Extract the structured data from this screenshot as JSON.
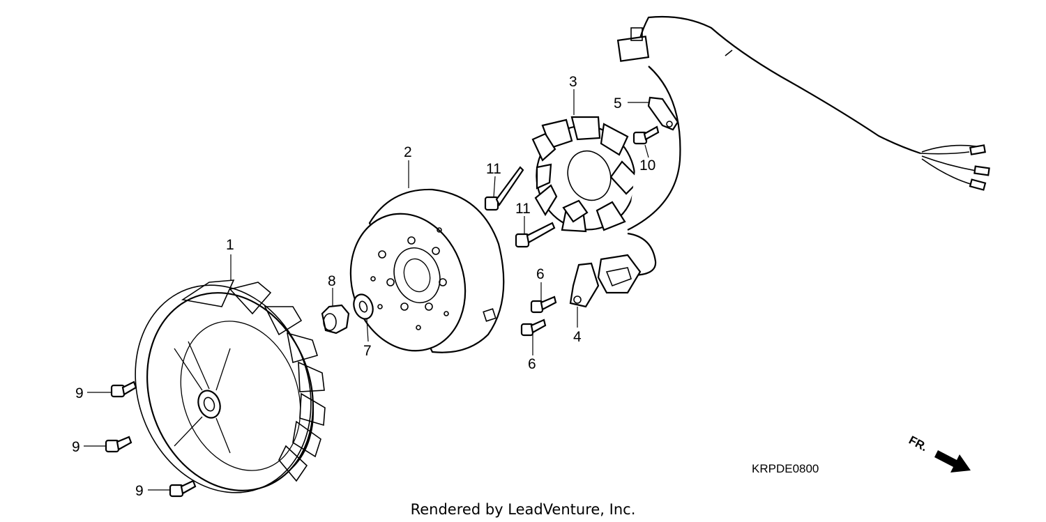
{
  "diagram": {
    "callouts": [
      {
        "id": "1",
        "label": "1"
      },
      {
        "id": "2",
        "label": "2"
      },
      {
        "id": "3",
        "label": "3"
      },
      {
        "id": "4",
        "label": "4"
      },
      {
        "id": "5",
        "label": "5"
      },
      {
        "id": "6a",
        "label": "6"
      },
      {
        "id": "6b",
        "label": "6"
      },
      {
        "id": "7",
        "label": "7"
      },
      {
        "id": "8",
        "label": "8"
      },
      {
        "id": "9a",
        "label": "9"
      },
      {
        "id": "9b",
        "label": "9"
      },
      {
        "id": "9c",
        "label": "9"
      },
      {
        "id": "10",
        "label": "10"
      },
      {
        "id": "11a",
        "label": "11"
      },
      {
        "id": "11b",
        "label": "11"
      }
    ],
    "diagram_code": "KRPDE0800",
    "front_indicator": "FR.",
    "credit": "Rendered by LeadVenture, Inc."
  }
}
